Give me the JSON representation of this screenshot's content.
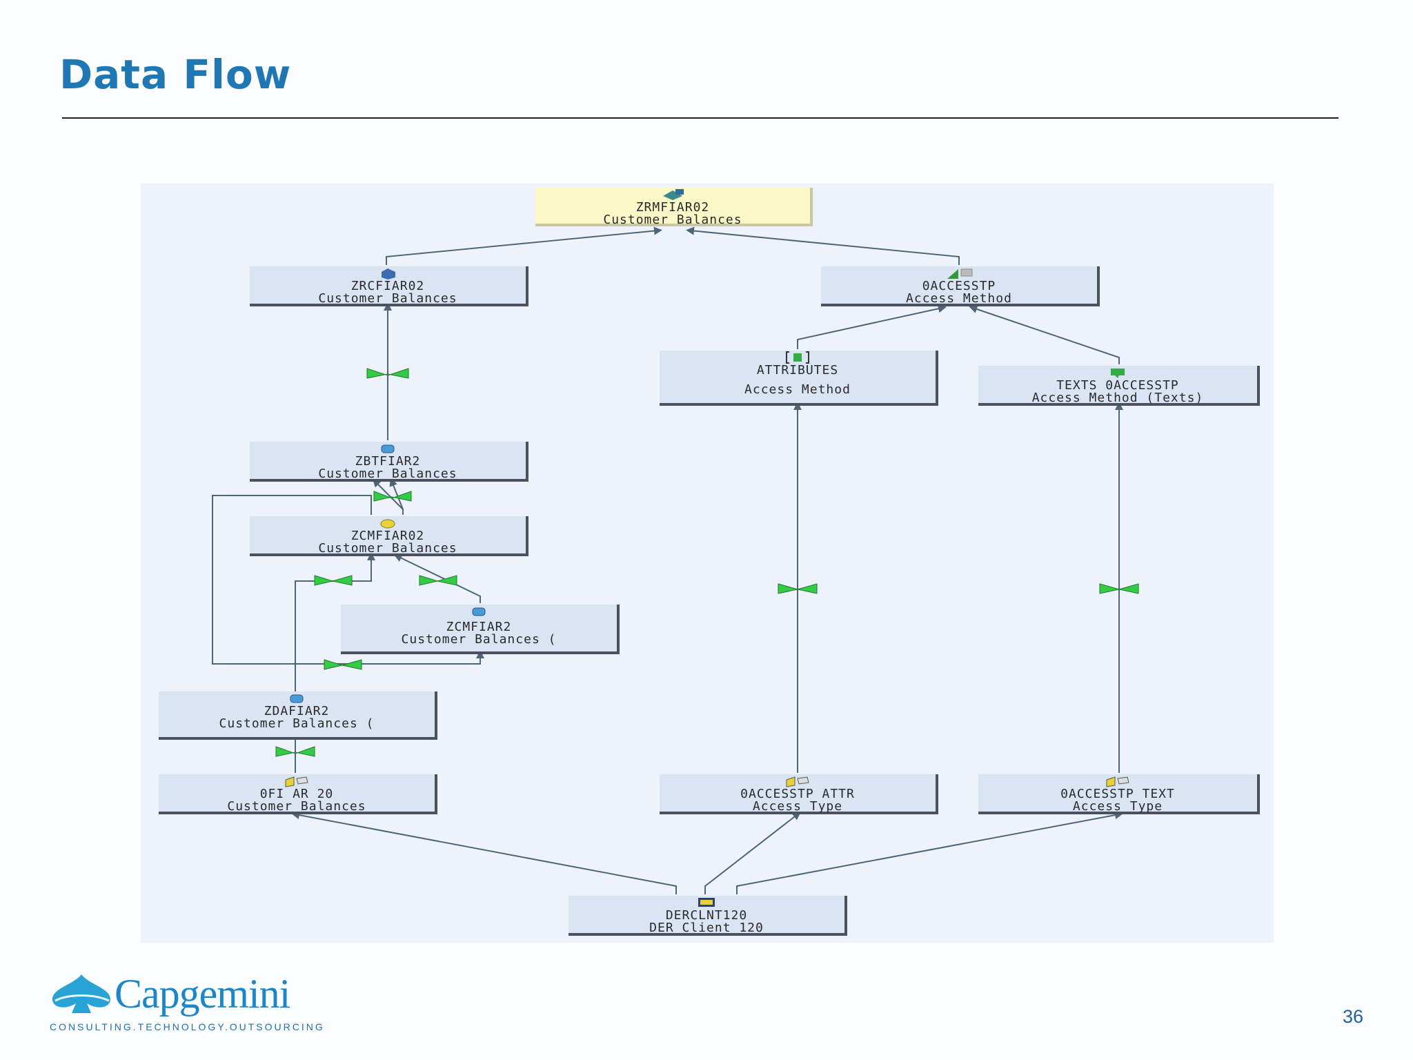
{
  "slide": {
    "title": "Data Flow",
    "page_number": "36"
  },
  "diagram": {
    "nodes": {
      "zrmfiar02": {
        "line1": "ZRMFIAR02",
        "line2": "Customer Balances"
      },
      "zrcfiar02": {
        "line1": "ZRCFIAR02",
        "line2": "Customer Balances"
      },
      "oaccesstp": {
        "line1": "0ACCESSTP",
        "line2": "Access Method"
      },
      "attributes": {
        "line1": "ATTRIBUTES",
        "line2": "Access Method"
      },
      "texts": {
        "line1": "TEXTS 0ACCESSTP",
        "line2": "Access Method (Texts)"
      },
      "zbtfiar2": {
        "line1": "ZBTFIAR2",
        "line2": "Customer Balances"
      },
      "zcmfiar02": {
        "line1": "ZCMFIAR02",
        "line2": "Customer Balances"
      },
      "zcmfiar2": {
        "line1": "ZCMFIAR2",
        "line2": "Customer Balances ("
      },
      "zdafiar2": {
        "line1": "ZDAFIAR2",
        "line2": "Customer Balances ("
      },
      "ofi_ar_20": {
        "line1": "0FI AR 20",
        "line2": "Customer Balances"
      },
      "oaccesstp_attr": {
        "line1": "0ACCESSTP ATTR",
        "line2": "Access Type"
      },
      "oaccesstp_text": {
        "line1": "0ACCESSTP TEXT",
        "line2": "Access Type"
      },
      "derclnt120": {
        "line1": "DERCLNT120",
        "line2": "DER Client 120"
      }
    }
  },
  "logo": {
    "name": "Capgemini",
    "tagline": "CONSULTING.TECHNOLOGY.OUTSOURCING"
  },
  "colors": {
    "title": "#1f78b4",
    "node_fill": "#dae4f3",
    "node_highlight": "#fbf8c8",
    "panel": "#eef3fb",
    "link": "#4d6577",
    "transform": "#33cc44"
  }
}
